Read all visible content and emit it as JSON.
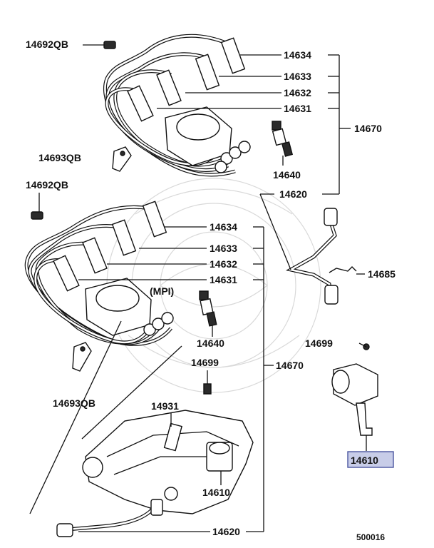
{
  "diagram": {
    "labels": {
      "clip_top": "14692QB",
      "clip_mid": "14692QB",
      "cable_no1_a": "14634",
      "cable_no2_a": "14633",
      "cable_no3_a": "14632",
      "cable_no4_a": "14631",
      "cable_set": "14670",
      "plug_a": "14640",
      "cable_coil": "14620",
      "holder_a": "14693QB",
      "clamp": "14685",
      "cable_no1_b": "14634",
      "cable_no2_b": "14633",
      "cable_no3_b": "14632",
      "cable_no4_b": "14631",
      "mpi_note": "(MPI)",
      "plug_b": "14640",
      "holder_b": "14693QB",
      "bolt_a": "14699",
      "bolt_b": "14699",
      "cable_set_b": "14670",
      "sensor": "14931",
      "coil_b": "14610",
      "coil_highlight": "14610",
      "cable_coil_b": "14620",
      "ref_code": "500016"
    }
  }
}
